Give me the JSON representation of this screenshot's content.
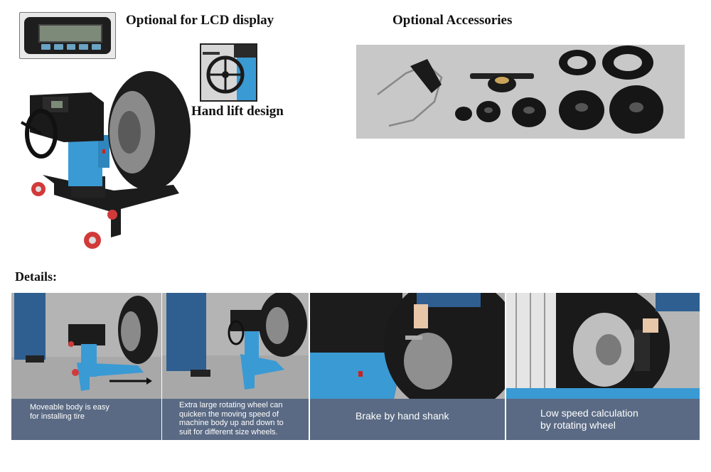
{
  "headings": {
    "lcd": "Optional for LCD display",
    "accessories": "Optional Accessories",
    "hand_lift": "Hand lift design",
    "details": "Details:"
  },
  "details": [
    {
      "lines": [
        "Moveable body is easy",
        " for installing tire"
      ]
    },
    {
      "lines": [
        "Extra large rotating wheel can",
        "quicken the moving speed of",
        "machine body up and down to",
        "suit for different size wheels."
      ]
    },
    {
      "lines": [
        "Brake by hand shank"
      ]
    },
    {
      "lines": [
        "Low speed calculation",
        "by rotating wheel"
      ]
    }
  ],
  "colors": {
    "machine_blue": "#3a9ad4",
    "caption_bar": "#5a6a84",
    "tire": "#1c1c1c",
    "accessory_bg": "#c8c8c8"
  }
}
